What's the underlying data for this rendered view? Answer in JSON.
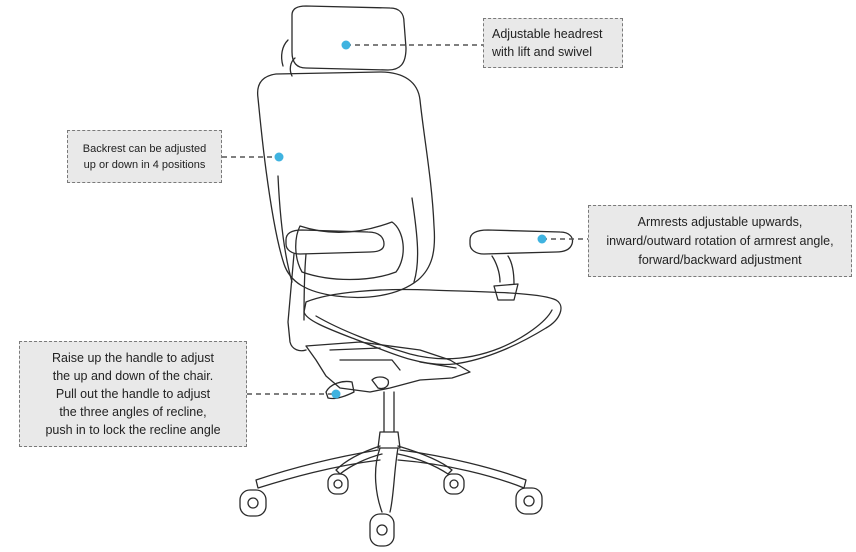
{
  "callouts": {
    "headrest": {
      "lines": [
        "Adjustable headrest",
        "with lift and swivel"
      ]
    },
    "backrest": {
      "lines": [
        "Backrest can be adjusted",
        "up or down in 4 positions"
      ]
    },
    "armrest": {
      "lines": [
        "Armrests adjustable upwards,",
        "inward/outward rotation of armrest angle,",
        "forward/backward adjustment"
      ]
    },
    "handle": {
      "lines": [
        "Raise up the handle to adjust",
        "the up and down of the chair.",
        "Pull out the handle to adjust",
        "the three angles of recline,",
        "push in to lock the recline angle"
      ]
    }
  },
  "colors": {
    "marker": "#3fb3e0",
    "callout_fill": "#e9e9e9",
    "callout_border": "#7a7a7a",
    "outline": "#2b2b2b"
  }
}
